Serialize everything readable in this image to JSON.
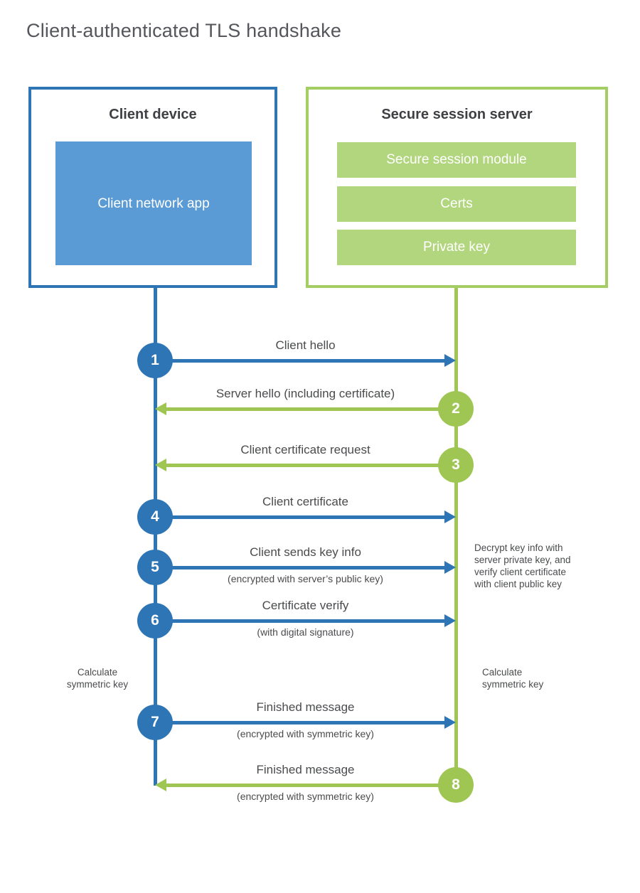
{
  "title": "Client-authenticated TLS handshake",
  "colors": {
    "blue": "#2e75b6",
    "blue_light": "#5b9bd5",
    "green": "#9fc653",
    "green_border": "#a4cd63",
    "green_light": "#b2d67e",
    "heading_text": "#3f4043",
    "body_text": "#4a4b4d"
  },
  "client": {
    "title": "Client device",
    "app_label": "Client network app"
  },
  "server": {
    "title": "Secure session server",
    "modules": [
      "Secure session module",
      "Certs",
      "Private key"
    ]
  },
  "messages": [
    {
      "num": "1",
      "label": "Client hello",
      "sub": "",
      "direction": "right",
      "actor": "client"
    },
    {
      "num": "2",
      "label": "Server hello (including certificate)",
      "sub": "",
      "direction": "left",
      "actor": "server"
    },
    {
      "num": "3",
      "label": "Client certificate request",
      "sub": "",
      "direction": "left",
      "actor": "server"
    },
    {
      "num": "4",
      "label": "Client certificate",
      "sub": "",
      "direction": "right",
      "actor": "client"
    },
    {
      "num": "5",
      "label": "Client sends key info",
      "sub": "(encrypted with server’s public key)",
      "direction": "right",
      "actor": "client"
    },
    {
      "num": "6",
      "label": "Certificate verify",
      "sub": "(with digital signature)",
      "direction": "right",
      "actor": "client"
    },
    {
      "num": "7",
      "label": "Finished message",
      "sub": "(encrypted with symmetric key)",
      "direction": "right",
      "actor": "client"
    },
    {
      "num": "8",
      "label": "Finished message",
      "sub": "(encrypted with symmetric key)",
      "direction": "left",
      "actor": "server"
    }
  ],
  "notes": {
    "decrypt": [
      "Decrypt key info with",
      "server private key, and",
      "verify client certificate",
      "with client public key"
    ],
    "calc_left": [
      "Calculate",
      "symmetric key"
    ],
    "calc_right": [
      "Calculate",
      "symmetric key"
    ]
  }
}
